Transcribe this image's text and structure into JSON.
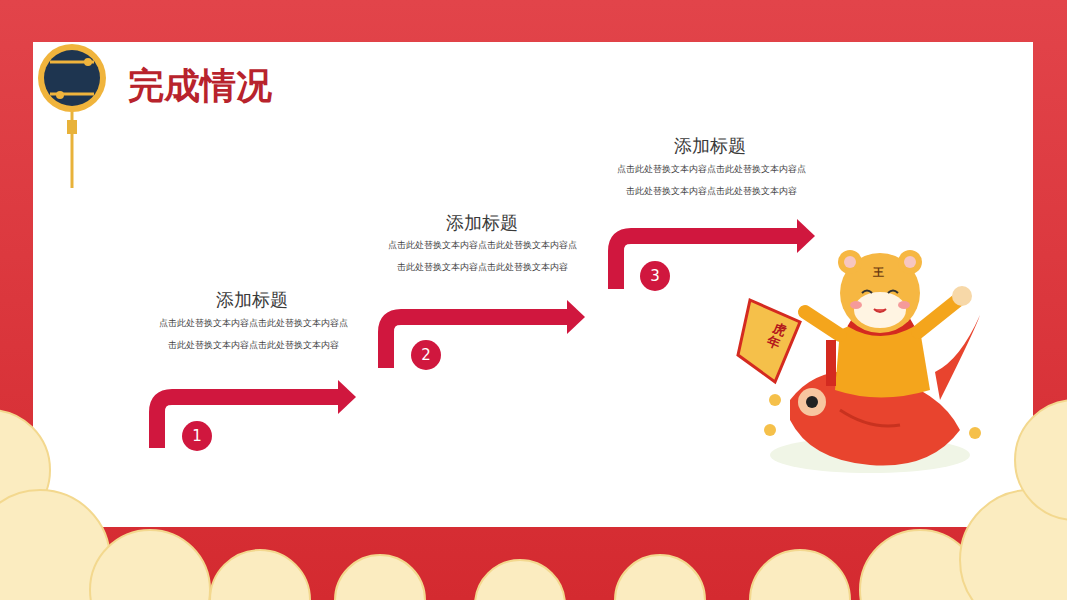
{
  "diagram": {
    "title": "完成情况",
    "nodes": [
      {
        "text": [
          "1"
        ]
      },
      {
        "text": [
          "2"
        ]
      },
      {
        "text": [
          "3"
        ]
      }
    ],
    "labels": [
      "添加标题",
      "点击此处替换文本内容点击此处替换文本内容点 击此处替换文本内容点击此处替换文本内容",
      "添加标题",
      "点击此处替换文本内容点击此处替换文本内容点 击此处替换文本内容点击此处替换文本内容",
      "添加标题",
      "点击此处替换文本内容点击此处替换文本内容点 击此处替换文本内容点击此处替换文本内容",
      "虎年",
      "王"
    ]
  }
}
